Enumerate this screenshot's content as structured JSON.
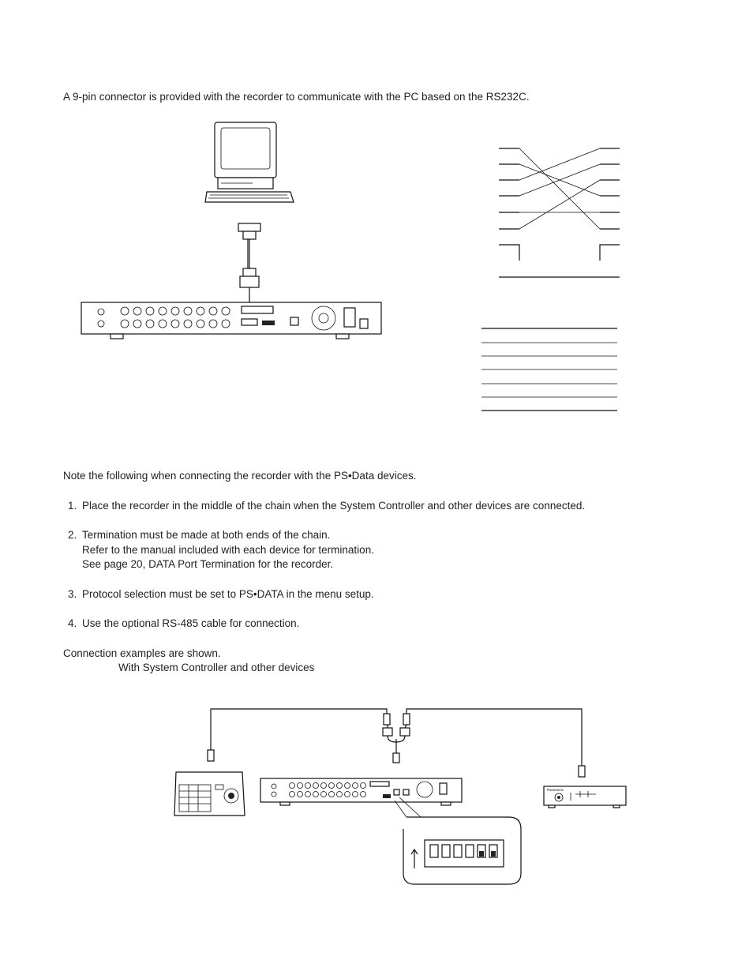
{
  "intro": "A 9-pin connector is provided with the recorder to communicate with the PC based on the RS232C.",
  "note_intro": "Note the following when connecting the recorder with the PS•Data devices.",
  "list": [
    {
      "num": "1.",
      "lines": [
        "Place the recorder in the middle of the chain when the System Controller and other devices are connected."
      ]
    },
    {
      "num": "2.",
      "lines": [
        "Termination must be made at both ends of the chain.",
        "Refer to the manual included with each device for termination.",
        "See page 20,     DATA Port Termination for the recorder."
      ]
    },
    {
      "num": "3.",
      "lines": [
        "Protocol selection must be set to PS•DATA in the menu setup."
      ]
    },
    {
      "num": "4.",
      "lines": [
        "Use the optional RS-485 cable for connection."
      ]
    }
  ],
  "examples_intro": "Connection examples are shown.",
  "example_caption": "With System Controller and other devices",
  "figures": {
    "pc_connection": "pc-rs232c-connection",
    "pin_wiring": "rs232c-crossover-wiring",
    "psdata_chain": "psdata-chain-connection"
  },
  "device_brand": "Panasonic",
  "colors": {
    "ink": "#111111",
    "text": "#222222",
    "paper": "#ffffff"
  }
}
